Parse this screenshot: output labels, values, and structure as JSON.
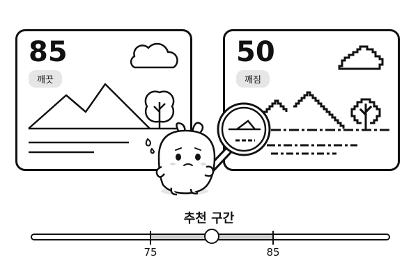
{
  "cards": [
    {
      "score": "85",
      "label": "깨끗"
    },
    {
      "score": "50",
      "label": "깨짐"
    }
  ],
  "slider": {
    "caption": "추천 구간",
    "range_start": "75",
    "range_end": "85",
    "range_start_value": 75,
    "range_end_value": 85,
    "value": 80
  },
  "icons": {
    "character": "rabbit-character-icon",
    "magnifier": "magnifying-glass-icon",
    "cloud": "cloud-icon",
    "tree": "tree-icon",
    "mountain": "mountain-icon"
  }
}
